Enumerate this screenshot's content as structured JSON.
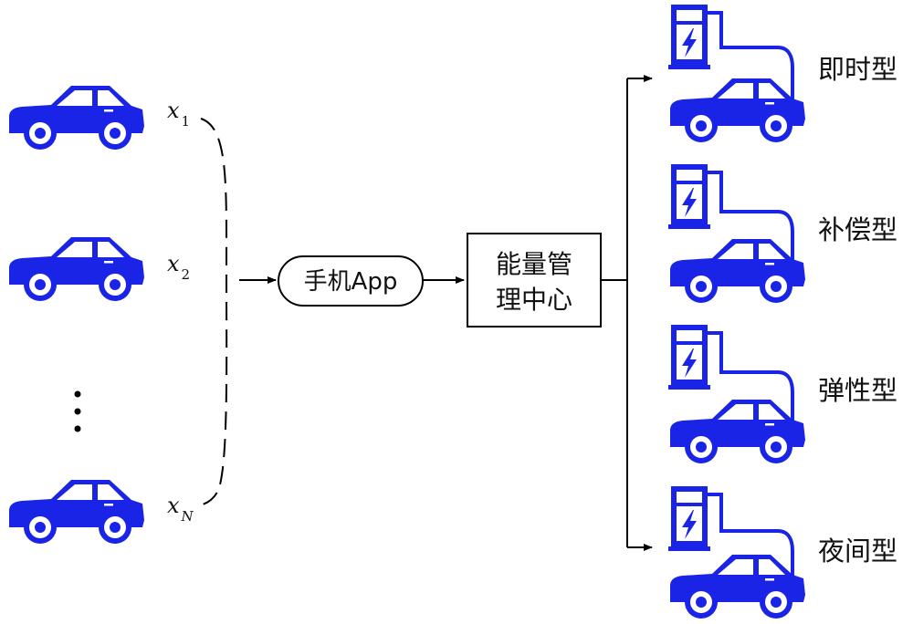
{
  "colors": {
    "car_fill": "#1a24e6",
    "wheel_ring": "#ffffff",
    "line": "#000000"
  },
  "icons": {
    "car": "car-icon",
    "charger": "charging-station-icon",
    "bolt": "lightning-bolt-icon"
  },
  "vehicles": [
    {
      "var": "x",
      "sub": "1"
    },
    {
      "var": "x",
      "sub": "2"
    },
    {
      "var": "x",
      "sub": "N"
    }
  ],
  "app_node": {
    "label": "手机App"
  },
  "center_node": {
    "line1": "能量管",
    "line2": "理中心"
  },
  "charge_types": [
    {
      "label": "即时型"
    },
    {
      "label": "补偿型"
    },
    {
      "label": "弹性型"
    },
    {
      "label": "夜间型"
    }
  ]
}
